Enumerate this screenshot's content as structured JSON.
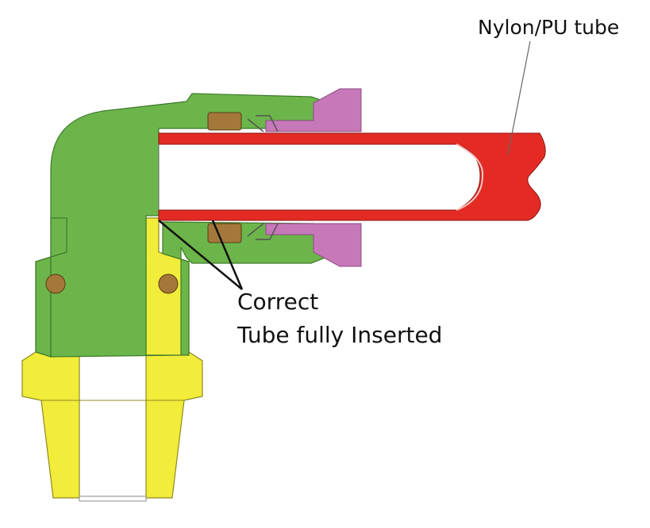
{
  "labels": {
    "tube": "Nylon/PU tube",
    "correct_line1": "Correct",
    "correct_line2": "Tube fully Inserted"
  },
  "colors": {
    "body": "#6cb54a",
    "body_stroke": "#3e7a2c",
    "thread": "#f2ec3a",
    "thread_stroke": "#8f8a22",
    "tube": "#e32b24",
    "tube_stroke": "#8c1612",
    "release_ring": "#c678b9",
    "seal": "#a3783a",
    "seal_stroke": "#5a3d14",
    "leader": "#111111",
    "leader_thin": "#666666"
  },
  "icons": {
    "tube": "tube-shape",
    "fitting": "elbow-fitting-shape"
  }
}
